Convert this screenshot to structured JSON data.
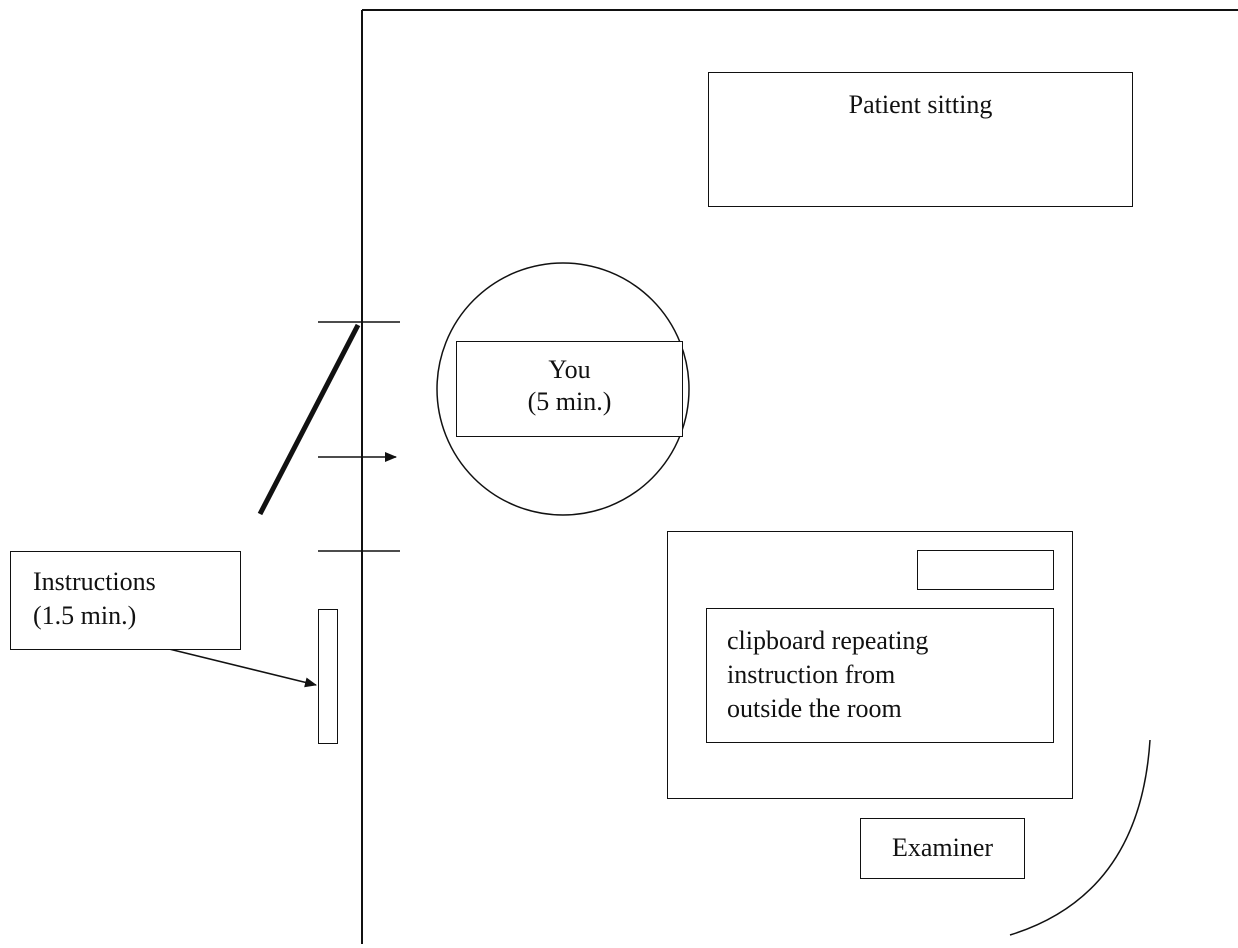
{
  "patient": {
    "label": "Patient sitting"
  },
  "you": {
    "line1": "You",
    "line2": "(5 min.)"
  },
  "instructions": {
    "line1": "Instructions",
    "line2": "(1.5 min.)"
  },
  "clipboard": {
    "line1": "clipboard repeating",
    "line2": "instruction from",
    "line3": "outside the room"
  },
  "examiner": {
    "label": "Examiner"
  },
  "colors": {
    "ink": "#111111",
    "background": "#ffffff"
  }
}
